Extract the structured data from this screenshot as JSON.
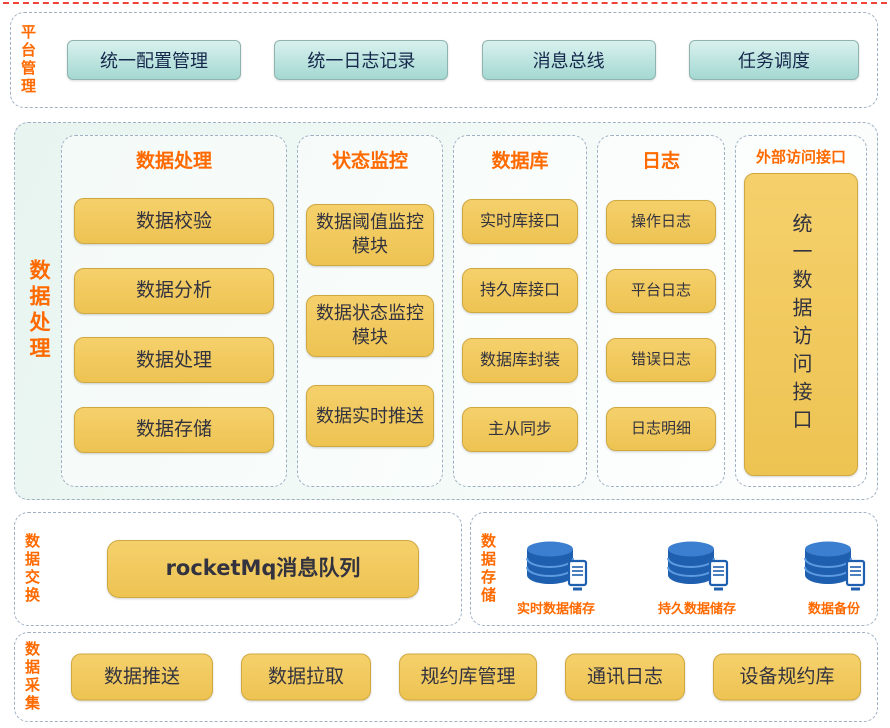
{
  "colors": {
    "accent_orange": "#ff6a00",
    "gold_box": "#edc352",
    "teal_box": "#a4d8d2",
    "database_blue": "#1f5fb0",
    "dashed_border": "#9fb0c4",
    "top_rule_red": "#f04438"
  },
  "platform": {
    "label": "平台管理",
    "items": [
      "统一配置管理",
      "统一日志记录",
      "消息总线",
      "任务调度"
    ]
  },
  "processing": {
    "label": "数据处理",
    "groups": [
      {
        "title": "数据处理",
        "items": [
          "数据校验",
          "数据分析",
          "数据处理",
          "数据存储"
        ]
      },
      {
        "title": "状态监控",
        "items": [
          "数据阈值监控模块",
          "数据状态监控模块",
          "数据实时推送"
        ]
      },
      {
        "title": "数据库",
        "items": [
          "实时库接口",
          "持久库接口",
          "数据库封装",
          "主从同步"
        ]
      },
      {
        "title": "日志",
        "items": [
          "操作日志",
          "平台日志",
          "错误日志",
          "日志明细"
        ]
      },
      {
        "title": "外部访问接口",
        "vertical_item": "统一数据访问接口"
      }
    ]
  },
  "exchange": {
    "label": "数据交换",
    "queue": "rocketMq消息队列"
  },
  "storage": {
    "label": "数据存储",
    "items": [
      {
        "label": "实时数据储存",
        "icon": "database-icon"
      },
      {
        "label": "持久数据储存",
        "icon": "database-icon"
      },
      {
        "label": "数据备份",
        "icon": "database-icon"
      }
    ]
  },
  "collection": {
    "label": "数据采集",
    "items": [
      "数据推送",
      "数据拉取",
      "规约库管理",
      "通讯日志",
      "设备规约库"
    ]
  }
}
